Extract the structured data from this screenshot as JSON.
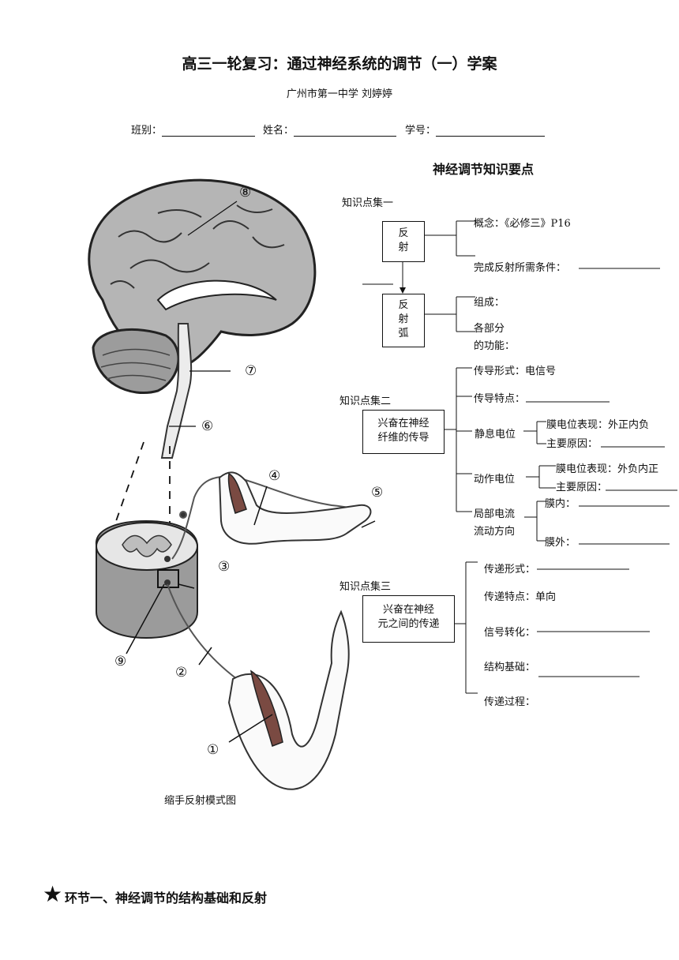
{
  "header": {
    "title": "高三一轮复习：通过神经系统的调节（一）学案",
    "author": "广州市第一中学 刘婷婷",
    "fields": {
      "class_label": "班别：",
      "name_label": "姓名：",
      "id_label": "学号："
    }
  },
  "summary": {
    "heading": "神经调节知识要点",
    "set1": {
      "label": "知识点集一",
      "reflex_box": "反射",
      "reflex_arc_box": "反射弧",
      "concept": "概念：《必修三》P16",
      "conditions": "完成反射所需条件：",
      "composition": "组成：",
      "functions_line1": "各部分",
      "functions_line2": "的功能："
    },
    "set2": {
      "label": "知识点集二",
      "box_line1": "兴奋在神经",
      "box_line2": "纤维的传导",
      "form": "传导形式：电信号",
      "feature": "传导特点：",
      "rest": "静息电位",
      "rest_membrane": "膜电位表现：外正内负",
      "rest_cause": "主要原因：",
      "action": "动作电位",
      "action_membrane": "膜电位表现：外负内正",
      "action_cause": "主要原因：",
      "current_line1": "局部电流",
      "current_line2": "流动方向",
      "inside": "膜内：",
      "outside": "膜外："
    },
    "set3": {
      "label": "知识点集三",
      "box_line1": "兴奋在神经",
      "box_line2": "元之间的传递",
      "form": "传递形式：",
      "feature": "传递特点：单向",
      "signal": "信号转化：",
      "structure": "结构基础：",
      "process": "传递过程："
    }
  },
  "figure": {
    "caption": "缩手反射模式图",
    "labels": [
      "①",
      "②",
      "③",
      "④",
      "⑤",
      "⑥",
      "⑦",
      "⑧",
      "⑨"
    ]
  },
  "section": {
    "star": "★",
    "title": "环节一、神经调节的结构基础和反射"
  }
}
